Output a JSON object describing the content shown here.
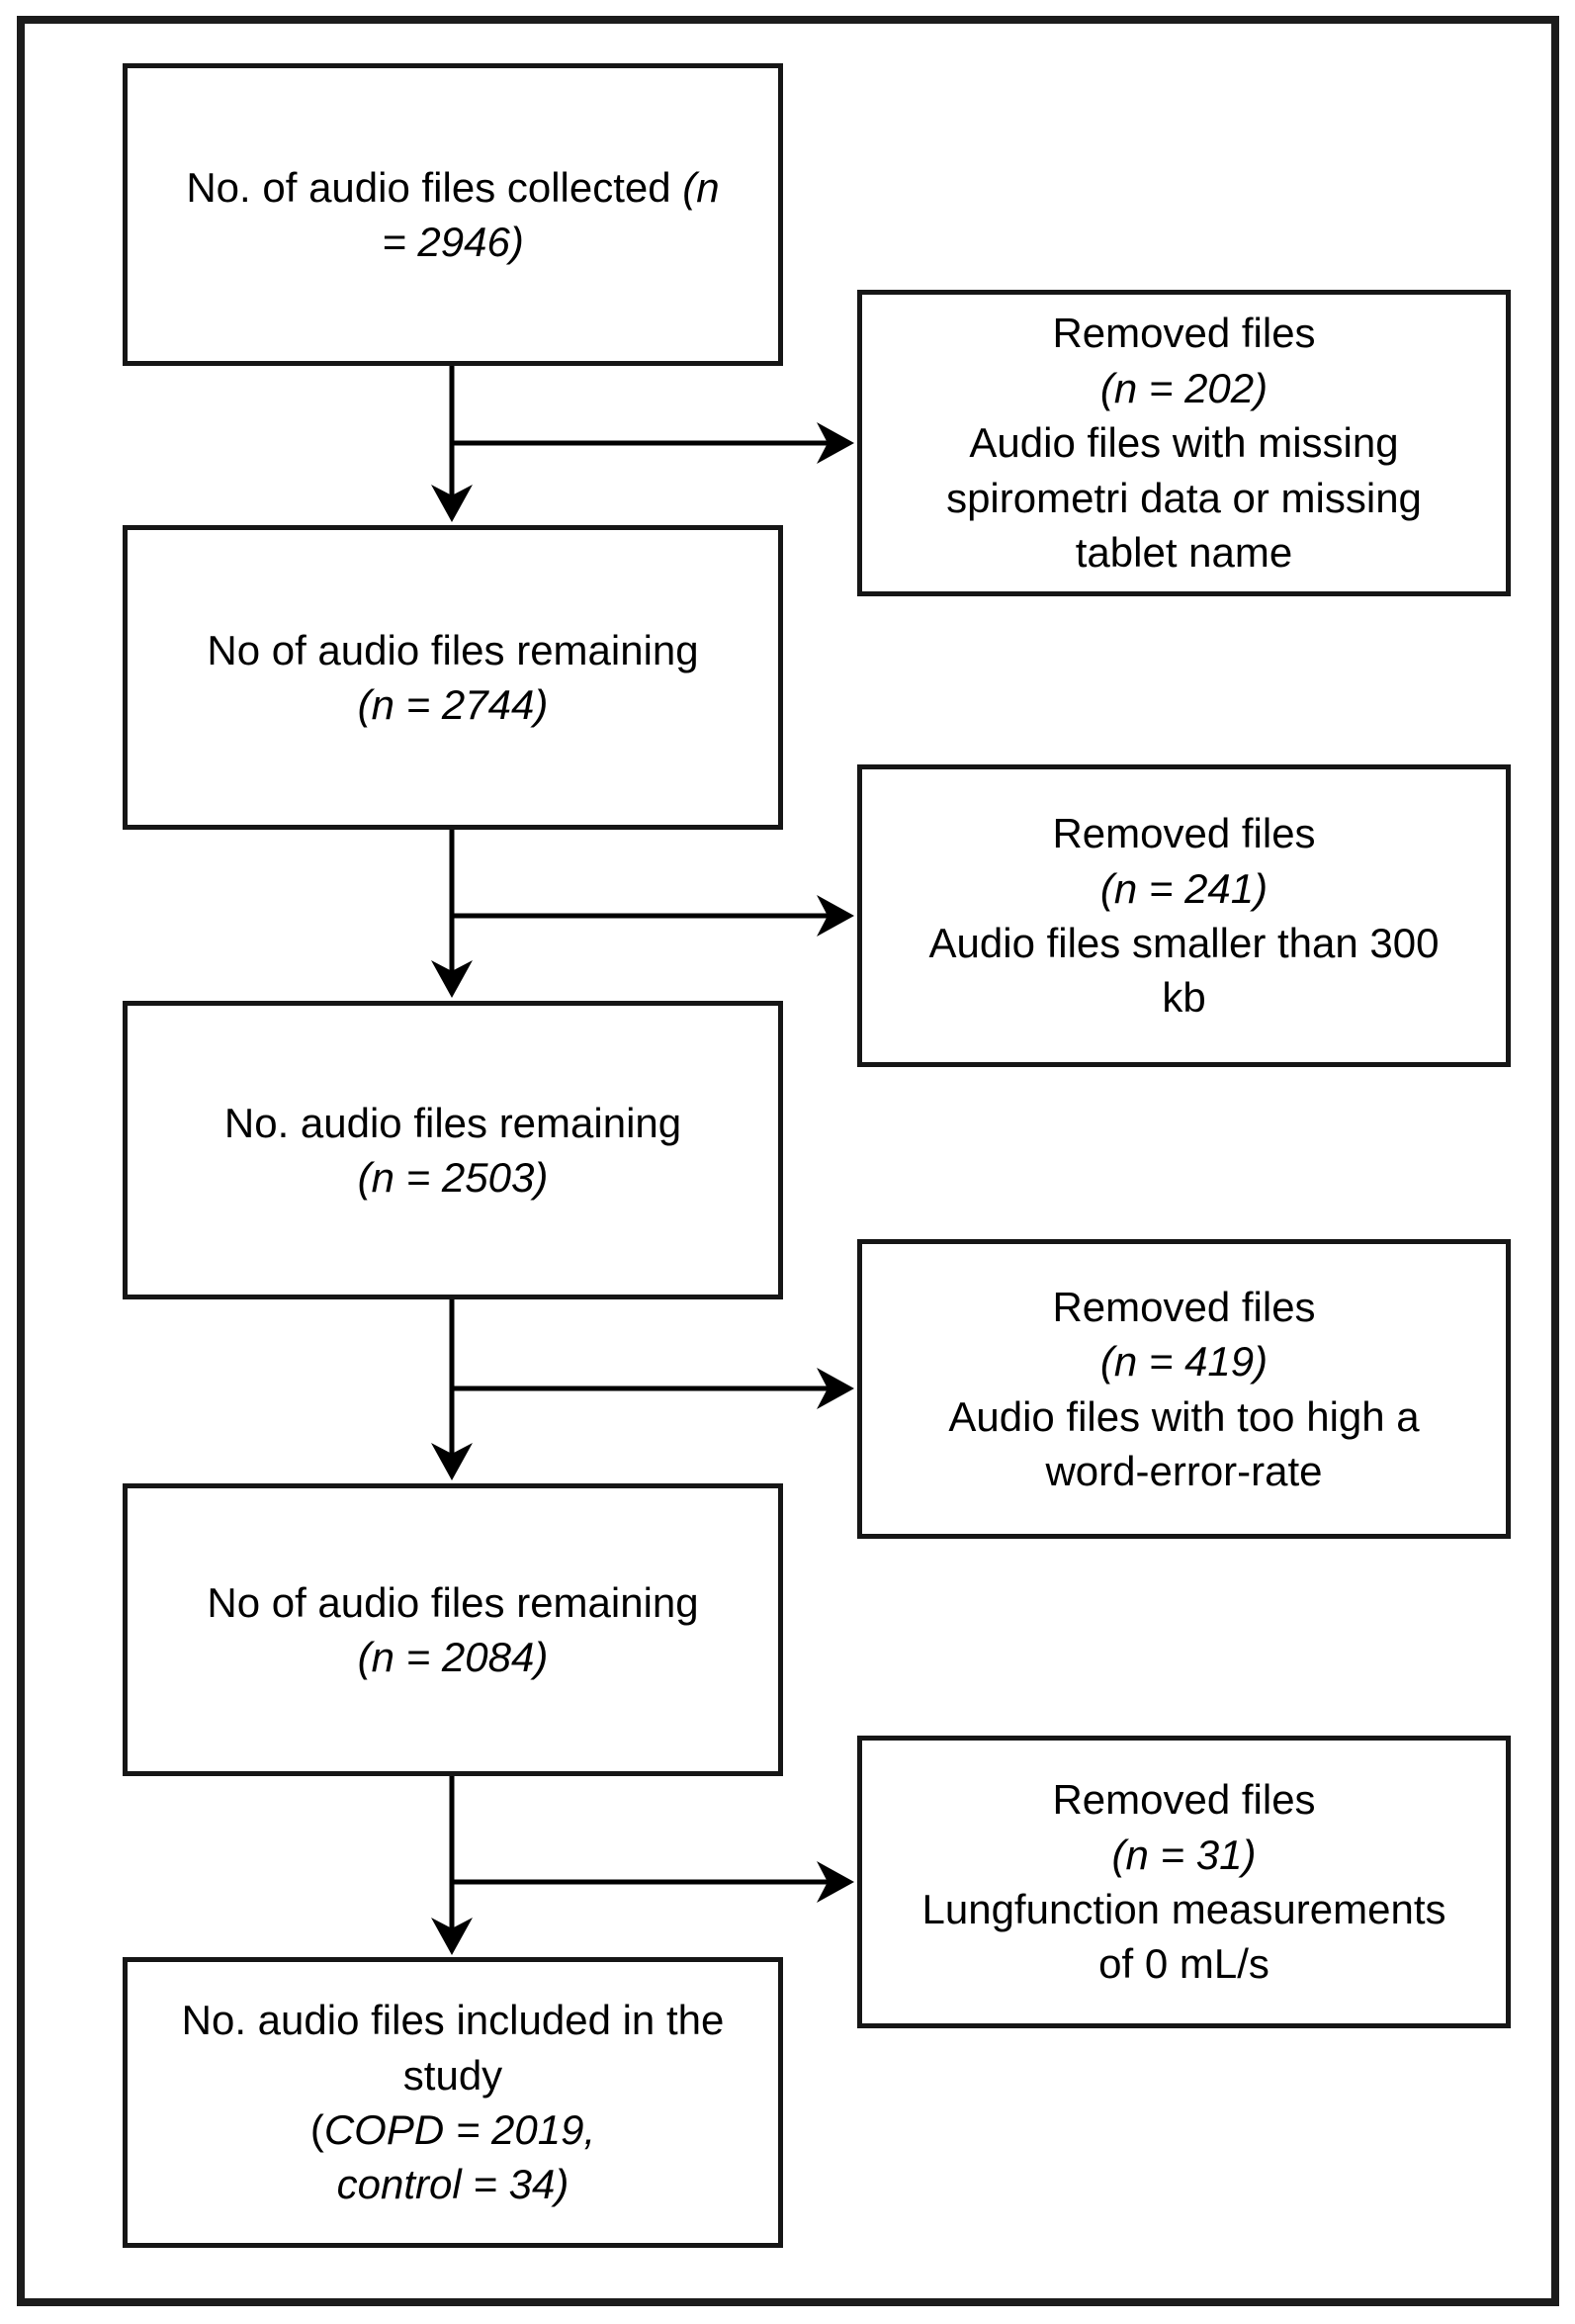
{
  "colors": {
    "background": "#ffffff",
    "outer_border": "#1c1c1c",
    "box_border": "#161616",
    "text": "#000000",
    "connector": "#000000"
  },
  "boxes": {
    "main": [
      {
        "name": "audio-files-collected",
        "n": 2946,
        "lines": [
          [
            {
              "text": "No. of audio files collected ",
              "italic": false
            },
            {
              "text": "(n",
              "italic": true
            }
          ],
          [
            {
              "text": "= 2946)",
              "italic": true
            }
          ]
        ]
      },
      {
        "name": "audio-files-remaining-2744",
        "n": 2744,
        "lines": [
          [
            {
              "text": "No of audio files remaining",
              "italic": false
            }
          ],
          [
            {
              "text": "(n = 2744)",
              "italic": true
            }
          ]
        ]
      },
      {
        "name": "audio-files-remaining-2503",
        "n": 2503,
        "lines": [
          [
            {
              "text": "No. audio files remaining",
              "italic": false
            }
          ],
          [
            {
              "text": "(n = 2503)",
              "italic": true
            }
          ]
        ]
      },
      {
        "name": "audio-files-remaining-2084",
        "n": 2084,
        "lines": [
          [
            {
              "text": "No of audio files remaining",
              "italic": false
            }
          ],
          [
            {
              "text": "(n = 2084)",
              "italic": true
            }
          ]
        ]
      },
      {
        "name": "audio-files-included-in-study",
        "copd": 2019,
        "control": 34,
        "lines": [
          [
            {
              "text": "No. audio files included in the",
              "italic": false
            }
          ],
          [
            {
              "text": "study",
              "italic": false
            }
          ],
          [
            {
              "text": "(",
              "italic": false
            },
            {
              "text": "COPD = 2019,",
              "italic": true
            }
          ],
          [
            {
              "text": "control = 34)",
              "italic": true
            }
          ]
        ]
      }
    ],
    "removed": [
      {
        "name": "removed-missing-spirometri",
        "n": 202,
        "lines": [
          [
            {
              "text": "Removed files",
              "italic": false
            }
          ],
          [
            {
              "text": "(n = 202)",
              "italic": true
            }
          ],
          [
            {
              "text": "Audio files with missing",
              "italic": false
            }
          ],
          [
            {
              "text": "spirometri data or missing",
              "italic": false
            }
          ],
          [
            {
              "text": "tablet name",
              "italic": false
            }
          ]
        ]
      },
      {
        "name": "removed-smaller-300kb",
        "n": 241,
        "lines": [
          [
            {
              "text": "Removed files",
              "italic": false
            }
          ],
          [
            {
              "text": "(n = 241)",
              "italic": true
            }
          ],
          [
            {
              "text": "Audio files smaller than 300",
              "italic": false
            }
          ],
          [
            {
              "text": "kb",
              "italic": false
            }
          ]
        ]
      },
      {
        "name": "removed-high-word-error-rate",
        "n": 419,
        "lines": [
          [
            {
              "text": "Removed files",
              "italic": false
            }
          ],
          [
            {
              "text": "(n = 419)",
              "italic": true
            }
          ],
          [
            {
              "text": "Audio files with too high a",
              "italic": false
            }
          ],
          [
            {
              "text": "word-error-rate",
              "italic": false
            }
          ]
        ]
      },
      {
        "name": "removed-zero-lungfunction",
        "n": 31,
        "lines": [
          [
            {
              "text": "Removed files",
              "italic": false
            }
          ],
          [
            {
              "text": "(n = 31)",
              "italic": true
            }
          ],
          [
            {
              "text": "Lungfunction measurements",
              "italic": false
            }
          ],
          [
            {
              "text": "of 0 mL/s",
              "italic": false
            }
          ]
        ]
      }
    ]
  }
}
